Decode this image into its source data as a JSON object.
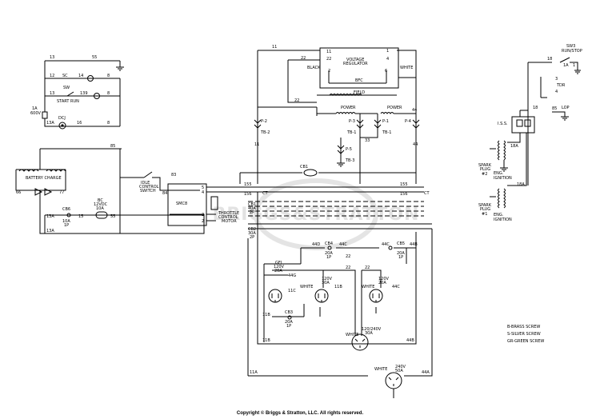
{
  "copyright": "Copyright © Briggs & Stratton, LLC. All rights reserved.",
  "watermark": "BRIGGS&STRATTON",
  "colors": {
    "line": "#000000",
    "watermark": "#e2e2e2"
  },
  "labels": {
    "w13a": "13",
    "w55a": "55",
    "w12a": "12",
    "sc": "SC",
    "w14": "14",
    "sw": "SW",
    "start_run": "START RUN",
    "w13b": "13",
    "w13c": "13",
    "w139": "139",
    "w8a": "8",
    "w8b": "8",
    "w8c": "8",
    "fuse1a": "1A",
    "fuse600v": "600V",
    "w13d": "13A",
    "w16": "16",
    "dcj": "DCJ",
    "w8d": "8",
    "w85": "85",
    "battery_charge": "BATTERY CHARGE",
    "w66": "66",
    "w77": "77",
    "idle_control": "IDLE",
    "idle_control2": "CONTROL",
    "idle_switch": "SWITCH",
    "w83": "83",
    "w84": "84",
    "smc8": "SMC8",
    "throttle1": "THROTTLE",
    "throttle2": "CONTROL",
    "throttle3": "MOTOR",
    "cb6": "CB6",
    "cb6a": "10A",
    "cb6b": "1P",
    "w13e": "13A",
    "w15": "15",
    "fuse_bc": "BC",
    "fuse_12v": "12VDC",
    "fuse_10a": "10A",
    "w55b": "55",
    "w13f": "13A",
    "w5": "5",
    "w4": "4",
    "w3": "3",
    "w2": "2",
    "w11a": "11",
    "w22a": "22",
    "vr1": "VOLTAGE",
    "vr2": "REGULATOR",
    "black": "BLACK",
    "white_vr": "WHITE",
    "vr_p2": "2",
    "vr_p6": "6",
    "bfc": "BFC",
    "vr_p11": "11",
    "vr_p22": "22",
    "vr_p1": "1",
    "vr_p4": "4",
    "field": "FIELD",
    "w22b": "22",
    "power_l": "POWER",
    "power_r": "POWER",
    "w44a": "44",
    "p2": "P-2",
    "tb2": "TB-2",
    "p3": "P-3",
    "p1": "P-1",
    "tb1a": "TB-1",
    "tb1b": "TB-1",
    "p4": "P-4",
    "w11b": "11",
    "w33": "33",
    "w44b": "44",
    "p5": "P-5",
    "tb3": "TB-3",
    "cb1": "CB1",
    "w155a": "155",
    "w155b": "155",
    "ct_l": "CT",
    "ct_r": "CT",
    "w156a": "156",
    "w156b": "156",
    "cb1_40": "40A",
    "cb1_2p": "2P",
    "cb2": "CB2",
    "cb2_30": "30A",
    "cb2_2p": "2P",
    "w44d": "44D",
    "cb4": "CB4",
    "cb4a": "20A",
    "cb4b": "1P",
    "w44c": "44C",
    "w44c2": "44C",
    "cb5": "CB5",
    "cb5a": "20A",
    "cb5b": "1P",
    "w44b2": "44B",
    "w22c": "22",
    "gfi1": "GFI",
    "gfi2": "120V",
    "gfi3": "20A",
    "w44g": "44G",
    "w11c": "11C",
    "w22d": "22",
    "w22e": "22",
    "rec2a": "120V",
    "rec2b": "30A",
    "w11b2": "11B",
    "white1": "WHITE",
    "rec3a": "120V",
    "rec3b": "20A",
    "w44c3": "44C",
    "white2": "WHITE",
    "cb3": "CB3",
    "cb3a": "20A",
    "cb3b": "1P",
    "w11b3": "11B",
    "w11b4": "11B",
    "twist1": "120/240V",
    "twist2": "30A",
    "white3": "WHITE",
    "w44b3": "44B",
    "rec240a": "240V",
    "rec240b": "50A",
    "white4": "WHITE",
    "w11a2": "11A",
    "w44a2": "44A",
    "sw3": "SW3",
    "runstop": "RUN/STOP",
    "w18": "18",
    "sw_1a": "1A",
    "sw_1": "1",
    "w3b": "3",
    "tdr": "TDR",
    "w4b": "4",
    "lop": "LOP",
    "w85b": "85",
    "w18b": "18",
    "iss": "I.S.S.",
    "w18a": "18A",
    "plug2a": "SPARK",
    "plug2b": "PLUG",
    "plug2c": "#2",
    "eng2a": "ENG.",
    "eng2b": "IGNITION",
    "plug1a": "SPARK",
    "plug1b": "PLUG",
    "plug1c": "#1",
    "eng1a": "ENG.",
    "eng1b": "IGNITION",
    "w18a2": "18A",
    "legend_b": "B-BRASS SCREW",
    "legend_s": "S-SILVER SCREW",
    "legend_g": "GR-GREEN SCREW"
  }
}
